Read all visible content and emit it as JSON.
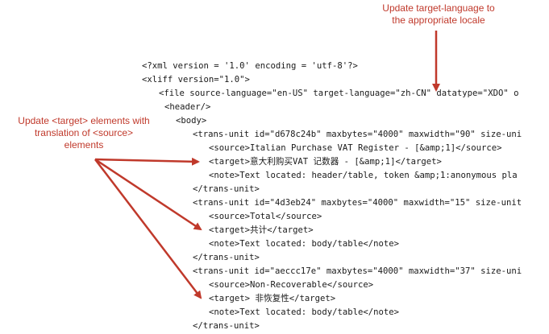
{
  "annotations": {
    "top": [
      "Update target-language to",
      "the appropriate locale"
    ],
    "left": [
      "Update <target> elements with",
      "translation of <source>",
      "elements"
    ]
  },
  "code_lines": [
    "<?xml version = '1.0' encoding = 'utf-8'?>",
    "<xliff version=\"1.0\">",
    "<file source-language=\"en-US\" target-language=\"zh-CN\" datatype=\"XDO\" o",
    "<header/>",
    "<body>",
    "<trans-unit id=\"d678c24b\" maxbytes=\"4000\" maxwidth=\"90\" size-uni",
    "<source>Italian Purchase VAT Register - [&amp;1]</source>",
    "<target>意大利购买VAT 记数器 - [&amp;1]</target>",
    "<note>Text located: header/table, token &amp;1:anonymous pla",
    "</trans-unit>",
    "<trans-unit id=\"4d3eb24\" maxbytes=\"4000\" maxwidth=\"15\" size-unit",
    "<source>Total</source>",
    "<target>共计</target>",
    "<note>Text located: body/table</note>",
    "</trans-unit>",
    "<trans-unit id=\"aeccc17e\" maxbytes=\"4000\" maxwidth=\"37\" size-uni",
    "<source>Non-Recoverable</source>",
    "<target> 非恢复性</target>",
    "<note>Text located: body/table</note>",
    "</trans-unit>"
  ],
  "colors": {
    "annotation": "#c0392b",
    "code_text": "#1a1a1a",
    "background": "#ffffff"
  }
}
